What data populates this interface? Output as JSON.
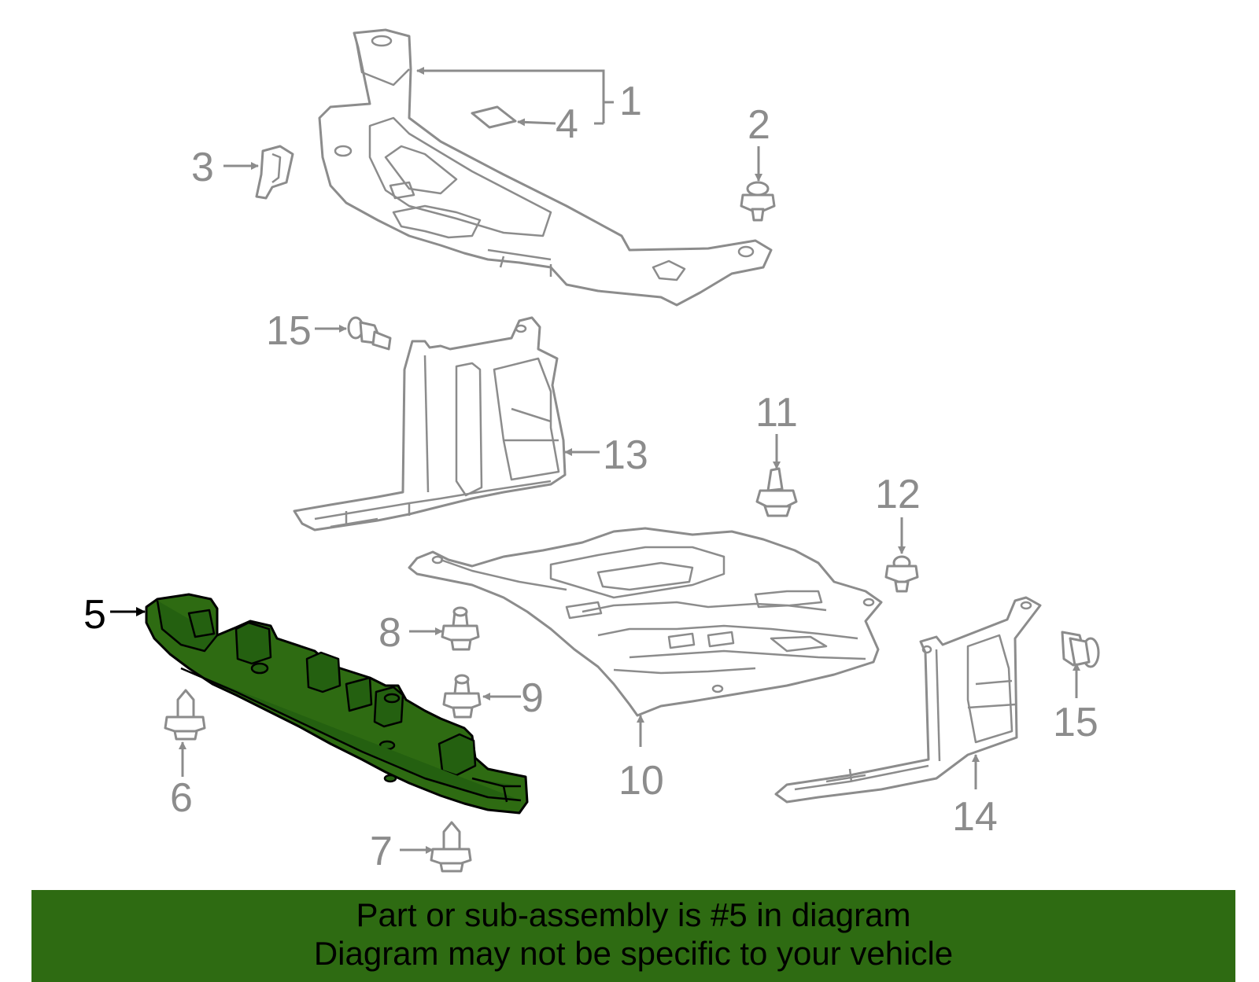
{
  "diagram": {
    "callouts": {
      "c1": "1",
      "c2": "2",
      "c3": "3",
      "c4": "4",
      "c5": "5",
      "c6": "6",
      "c7": "7",
      "c8": "8",
      "c9": "9",
      "c10": "10",
      "c11": "11",
      "c12": "12",
      "c13": "13",
      "c14": "14",
      "c15a": "15",
      "c15b": "15"
    },
    "highlighted_part": "5",
    "colors": {
      "highlight": "#2e6b12",
      "line": "#8c8c8c",
      "banner": "#2e6b12"
    }
  },
  "footer": {
    "line1": "Part or sub-assembly is #5 in diagram",
    "line2": "Diagram may not be specific to your vehicle"
  }
}
